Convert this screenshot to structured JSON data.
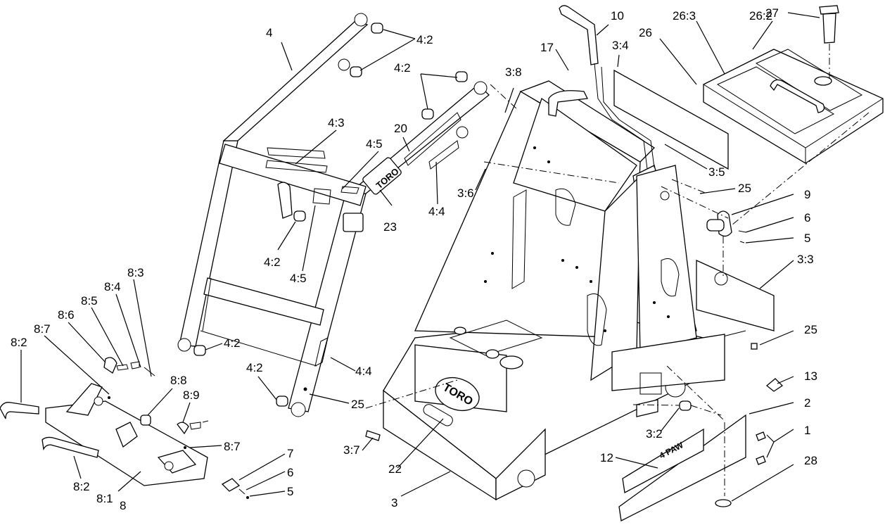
{
  "diagram": {
    "brand_text": "TORO",
    "decal_text": "4 PAW",
    "callouts": [
      {
        "id": "c-4",
        "label": "4"
      },
      {
        "id": "c-4-2-a",
        "label": "4:2"
      },
      {
        "id": "c-4-2-b",
        "label": "4:2"
      },
      {
        "id": "c-4-2-c",
        "label": "4:2"
      },
      {
        "id": "c-4-2-d",
        "label": "4:2"
      },
      {
        "id": "c-4-2-e",
        "label": "4:2"
      },
      {
        "id": "c-4-3",
        "label": "4:3"
      },
      {
        "id": "c-4-5-a",
        "label": "4:5"
      },
      {
        "id": "c-4-5-b",
        "label": "4:5"
      },
      {
        "id": "c-20",
        "label": "20"
      },
      {
        "id": "c-23",
        "label": "23"
      },
      {
        "id": "c-4-4-a",
        "label": "4:4"
      },
      {
        "id": "c-4-4-b",
        "label": "4:4"
      },
      {
        "id": "c-25-a",
        "label": "25"
      },
      {
        "id": "c-25-b",
        "label": "25"
      },
      {
        "id": "c-25-c",
        "label": "25"
      },
      {
        "id": "c-3-8",
        "label": "3:8"
      },
      {
        "id": "c-3-6",
        "label": "3:6"
      },
      {
        "id": "c-17",
        "label": "17"
      },
      {
        "id": "c-10",
        "label": "10"
      },
      {
        "id": "c-3-4",
        "label": "3:4"
      },
      {
        "id": "c-26",
        "label": "26"
      },
      {
        "id": "c-26-3",
        "label": "26:3"
      },
      {
        "id": "c-26-2",
        "label": "26:2"
      },
      {
        "id": "c-27",
        "label": "27"
      },
      {
        "id": "c-3-5",
        "label": "3:5"
      },
      {
        "id": "c-9",
        "label": "9"
      },
      {
        "id": "c-6-a",
        "label": "6"
      },
      {
        "id": "c-5-a",
        "label": "5"
      },
      {
        "id": "c-3-3",
        "label": "3:3"
      },
      {
        "id": "c-13",
        "label": "13"
      },
      {
        "id": "c-2",
        "label": "2"
      },
      {
        "id": "c-1",
        "label": "1"
      },
      {
        "id": "c-28",
        "label": "28"
      },
      {
        "id": "c-12",
        "label": "12"
      },
      {
        "id": "c-3-2",
        "label": "3:2"
      },
      {
        "id": "c-3-7",
        "label": "3:7"
      },
      {
        "id": "c-22",
        "label": "22"
      },
      {
        "id": "c-3",
        "label": "3"
      },
      {
        "id": "c-8-3",
        "label": "8:3"
      },
      {
        "id": "c-8-4",
        "label": "8:4"
      },
      {
        "id": "c-8-5",
        "label": "8:5"
      },
      {
        "id": "c-8-6",
        "label": "8:6"
      },
      {
        "id": "c-8-7-a",
        "label": "8:7"
      },
      {
        "id": "c-8-2-a",
        "label": "8:2"
      },
      {
        "id": "c-8-8",
        "label": "8:8"
      },
      {
        "id": "c-8-9",
        "label": "8:9"
      },
      {
        "id": "c-8-7-b",
        "label": "8:7"
      },
      {
        "id": "c-7",
        "label": "7"
      },
      {
        "id": "c-6-b",
        "label": "6"
      },
      {
        "id": "c-5-b",
        "label": "5"
      },
      {
        "id": "c-8-2-b",
        "label": "8:2"
      },
      {
        "id": "c-8-1",
        "label": "8:1"
      },
      {
        "id": "c-8",
        "label": "8"
      }
    ]
  }
}
